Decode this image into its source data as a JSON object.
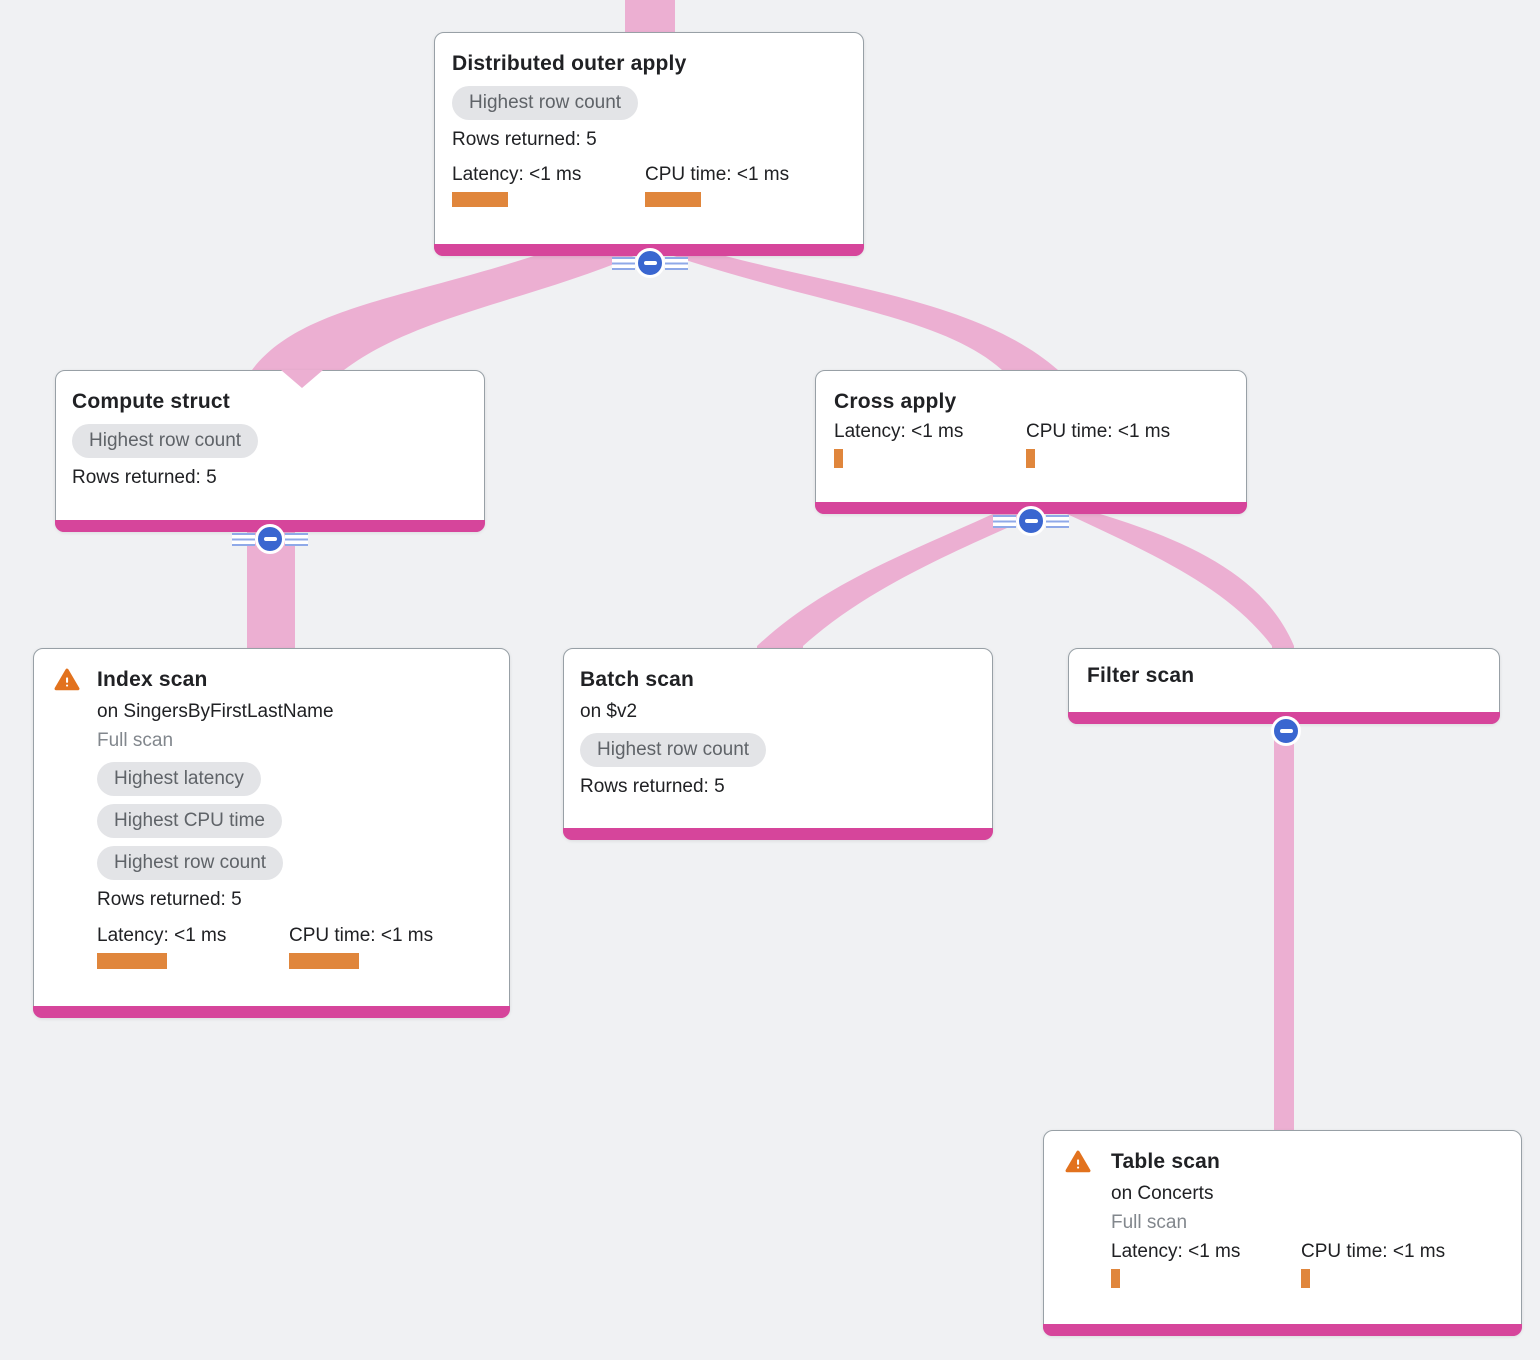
{
  "colors": {
    "background": "#F0F1F3",
    "node_accent_bar": "#D6459B",
    "edge_ribbon": "#ECAFD2",
    "metric_bar": "#E0863C",
    "warning_icon": "#E2721E",
    "badge_bg": "#E3E4E7",
    "badge_text": "#5F6368",
    "collapse_button_blue": "#3A66D0"
  },
  "nodes": [
    {
      "title": "Distributed outer apply",
      "badges": [
        "Highest row count"
      ],
      "rows_returned": "Rows returned: 5",
      "latency_label": "Latency: <1 ms",
      "cpu_label": "CPU time: <1 ms"
    },
    {
      "title": "Compute struct",
      "badges": [
        "Highest row count"
      ],
      "rows_returned": "Rows returned: 5"
    },
    {
      "title": "Cross apply",
      "latency_label": "Latency: <1 ms",
      "cpu_label": "CPU time: <1 ms"
    },
    {
      "title": "Index scan",
      "subtitle": "on SingersByFirstLastName",
      "note": "Full scan",
      "badges": [
        "Highest latency",
        "Highest CPU time",
        "Highest row count"
      ],
      "rows_returned": "Rows returned: 5",
      "latency_label": "Latency: <1 ms",
      "cpu_label": "CPU time: <1 ms"
    },
    {
      "title": "Batch scan",
      "subtitle": "on $v2",
      "badges": [
        "Highest row count"
      ],
      "rows_returned": "Rows returned: 5"
    },
    {
      "title": "Filter scan"
    },
    {
      "title": "Table scan",
      "subtitle": "on Concerts",
      "note": "Full scan",
      "latency_label": "Latency: <1 ms",
      "cpu_label": "CPU time: <1 ms"
    }
  ]
}
